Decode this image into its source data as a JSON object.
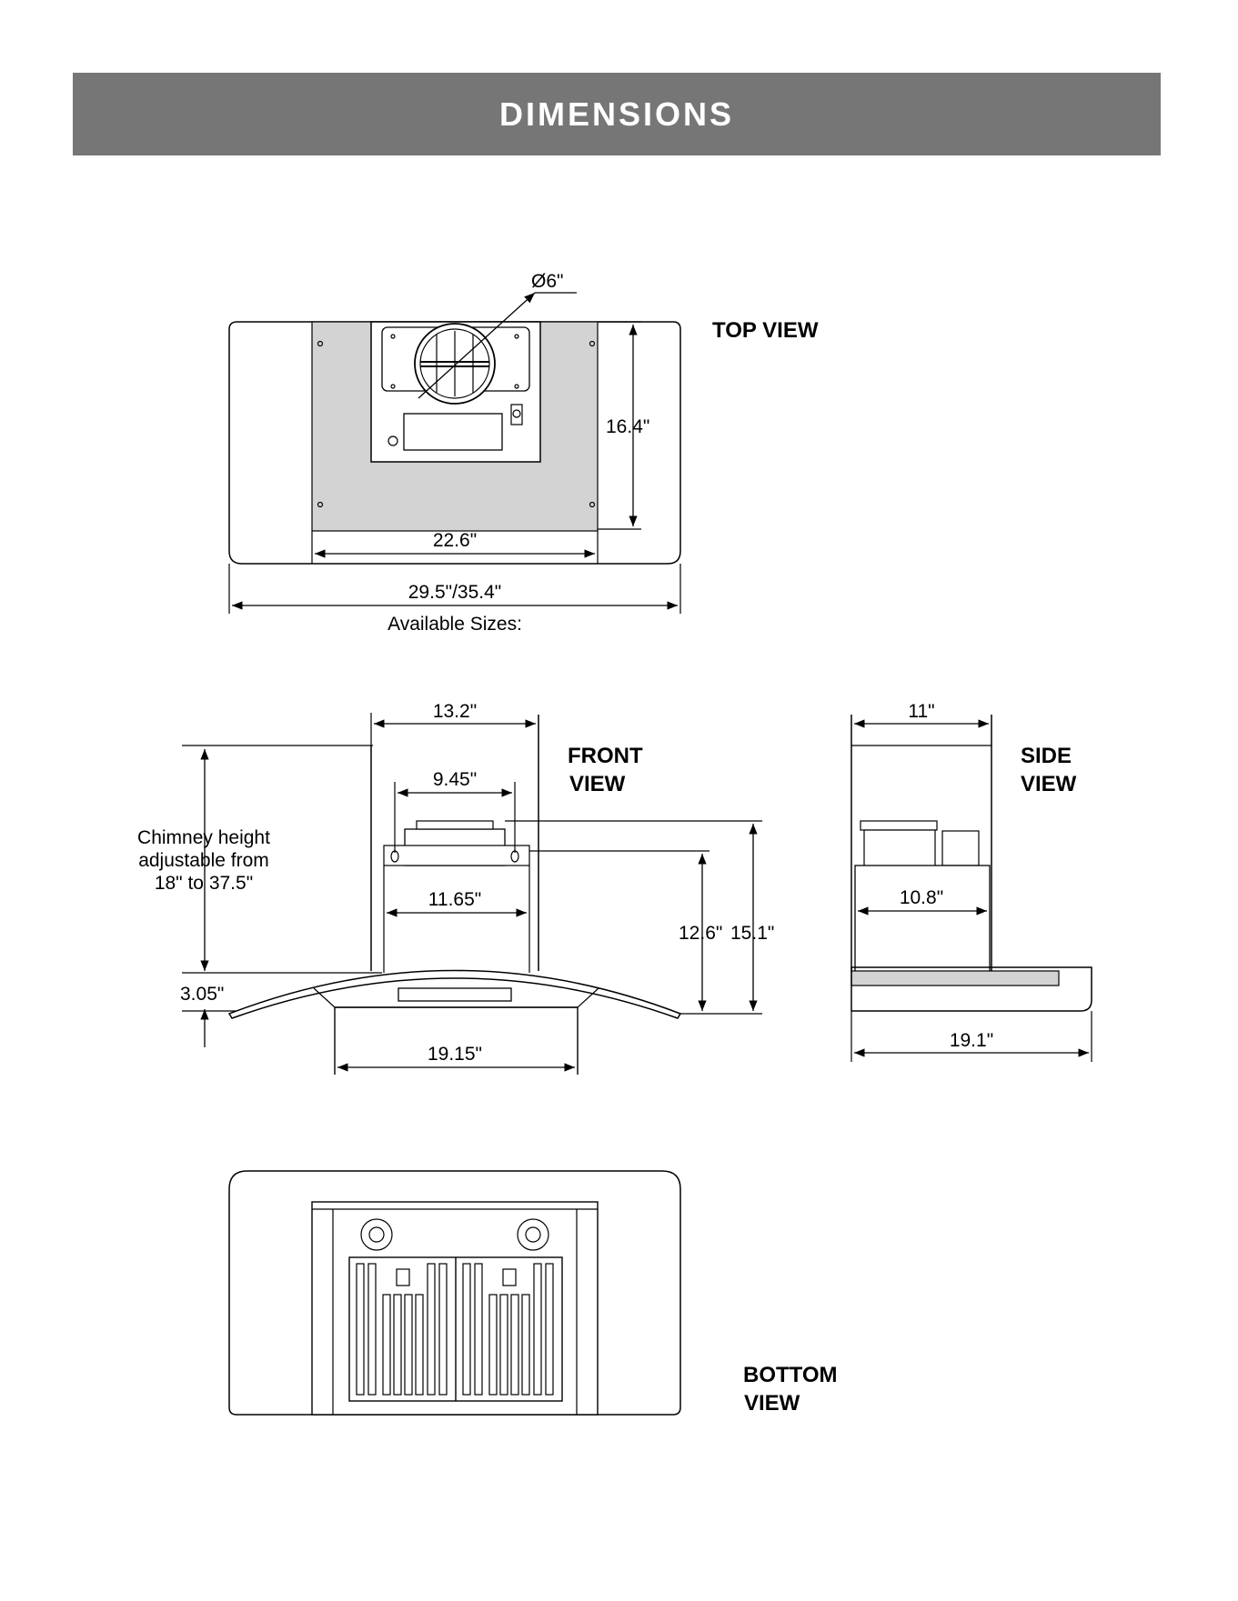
{
  "header": {
    "title": "DIMENSIONS"
  },
  "top_view": {
    "label": "TOP VIEW",
    "duct_diameter": "Ø6\"",
    "depth": "16.4\"",
    "chimney_width": "22.6\"",
    "overall_width": "29.5\"/35.4\"",
    "sizes_caption": "Available Sizes:"
  },
  "front_view": {
    "label_line1": "FRONT",
    "label_line2": "VIEW",
    "chimney_width": "13.2\"",
    "motor_width": "9.45\"",
    "housing_width": "11.65\"",
    "height_a": "12.6\"",
    "height_b": "15.1\"",
    "canopy_thickness": "3.05\"",
    "canopy_width": "19.15\"",
    "chimney_note_line1": "Chimney height",
    "chimney_note_line2": "adjustable from",
    "chimney_note_line3": "18\" to 37.5\""
  },
  "side_view": {
    "label_line1": "SIDE",
    "label_line2": "VIEW",
    "chimney_depth": "11\"",
    "housing_depth": "10.8\"",
    "overall_depth": "19.1\""
  },
  "bottom_view": {
    "label_line1": "BOTTOM",
    "label_line2": "VIEW"
  }
}
